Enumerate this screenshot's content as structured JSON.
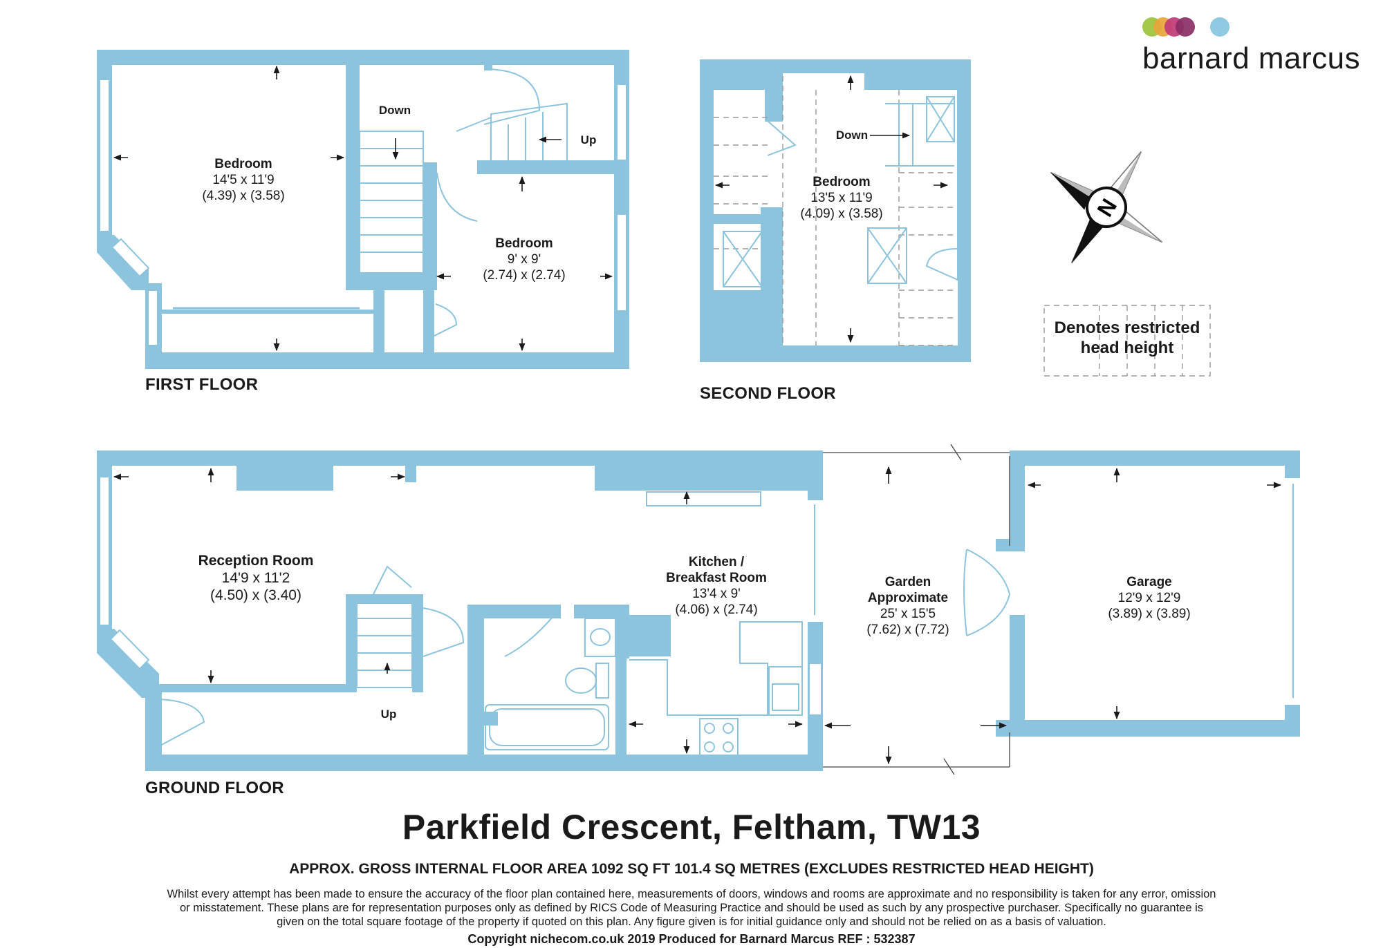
{
  "brand": {
    "name": "barnard marcus",
    "dot_colors": [
      "#9bc33b",
      "#e8a43a",
      "#c2397a",
      "#8a2f66",
      "#86c4e0"
    ]
  },
  "colors": {
    "wall": "#8cc4de",
    "text": "#1a1a1a",
    "hatch": "#999999"
  },
  "legend": {
    "text": "Denotes restricted head height"
  },
  "floors": {
    "first": {
      "label": "FIRST FLOOR",
      "rooms": [
        {
          "name": "Bedroom",
          "imperial": "14'5 x 11'9",
          "metric": "(4.39) x (3.58)"
        },
        {
          "name": "Bedroom",
          "imperial": "9' x 9'",
          "metric": "(2.74) x (2.74)"
        }
      ],
      "stairs": {
        "down": "Down",
        "up": "Up"
      }
    },
    "second": {
      "label": "SECOND FLOOR",
      "rooms": [
        {
          "name": "Bedroom",
          "imperial": "13'5 x 11'9",
          "metric": "(4.09) x (3.58)"
        }
      ],
      "stairs": {
        "down": "Down"
      }
    },
    "ground": {
      "label": "GROUND FLOOR",
      "rooms": [
        {
          "name": "Reception Room",
          "imperial": "14'9 x 11'2",
          "metric": "(4.50) x (3.40)"
        },
        {
          "name": "Kitchen /",
          "name2": "Breakfast Room",
          "imperial": "13'4 x 9'",
          "metric": "(4.06) x (2.74)"
        },
        {
          "name": "Garden",
          "name2": "Approximate",
          "imperial": "25' x 15'5",
          "metric": "(7.62) x (7.72)"
        },
        {
          "name": "Garage",
          "imperial": "12'9 x 12'9",
          "metric": "(3.89) x (3.89)"
        }
      ],
      "stairs": {
        "up": "Up"
      }
    }
  },
  "compass": {
    "label": "N"
  },
  "title": "Parkfield Crescent, Feltham, TW13",
  "area_note": "APPROX. GROSS INTERNAL FLOOR AREA 1092 SQ FT 101.4 SQ METRES (EXCLUDES RESTRICTED HEAD HEIGHT)",
  "disclaimer": "Whilst every attempt has been made to ensure the accuracy of the floor plan contained here, measurements of doors, windows and rooms are approximate and no responsibility is taken for any error, omission or misstatement. These plans are for representation purposes only as defined by RICS Code of Measuring Practice and should be used as such by any prospective purchaser. Specifically no guarantee is given on the total square footage of the property if quoted on this plan. Any figure given is for initial guidance only and should not be relied on as a basis of valuation.",
  "copyright": "Copyright nichecom.co.uk 2019    Produced for Barnard Marcus   REF : 532387"
}
